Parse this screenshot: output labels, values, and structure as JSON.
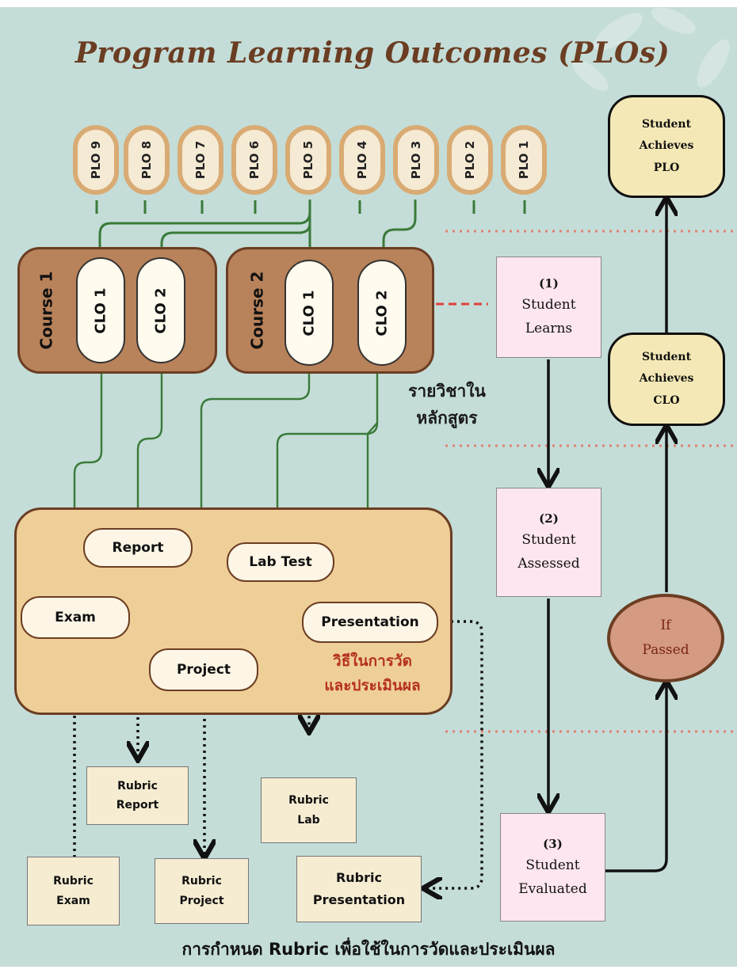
{
  "title": "Program Learning Outcomes (PLOs)",
  "plos": [
    "PLO 9",
    "PLO 8",
    "PLO 7",
    "PLO 6",
    "PLO 5",
    "PLO 4",
    "PLO 3",
    "PLO 2",
    "PLO 1"
  ],
  "courses": [
    {
      "label": "Course 1",
      "clos": [
        "CLO 1",
        "CLO 2"
      ]
    },
    {
      "label": "Course 2",
      "clos": [
        "CLO 1",
        "CLO 2"
      ]
    }
  ],
  "course_note": {
    "line1": "รายวิชาใน",
    "line2": "หลักสูตร"
  },
  "assessments": {
    "report": "Report",
    "lab_test": "Lab Test",
    "exam": "Exam",
    "presentation": "Presentation",
    "project": "Project",
    "note_line1": "วิธีในการวัด",
    "note_line2": "และประเมินผล"
  },
  "rubrics": {
    "report": [
      "Rubric",
      "Report"
    ],
    "lab": [
      "Rubric",
      "Lab"
    ],
    "exam": [
      "Rubric",
      "Exam"
    ],
    "project": [
      "Rubric",
      "Project"
    ],
    "presentation": [
      "Rubric",
      "Presentation"
    ]
  },
  "steps": {
    "learns": [
      "(1)",
      "Student",
      "Learns"
    ],
    "assessed": [
      "(2)",
      "Student",
      "Assessed"
    ],
    "evaluated": [
      "(3)",
      "Student",
      "Evaluated"
    ]
  },
  "achieves": {
    "plo": [
      "Student",
      "Achieves",
      "PLO"
    ],
    "clo": [
      "Student",
      "Achieves",
      "CLO"
    ]
  },
  "if_passed": [
    "If",
    "Passed"
  ],
  "bottom_title": "การกำหนด Rubric เพื่อใช้ในการวัดและประเมินผล",
  "colors": {
    "background": "#c4ddd8",
    "title": "#6b3d22",
    "connector": "#3a7a3a",
    "accent_red": "#b53121"
  }
}
